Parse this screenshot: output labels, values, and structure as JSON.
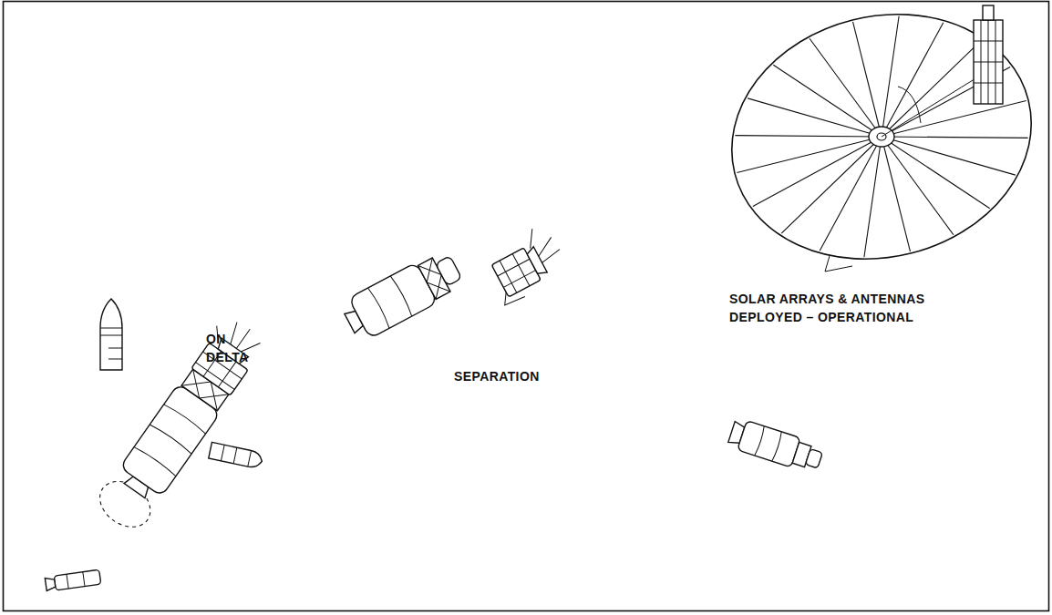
{
  "diagram": {
    "labels": [
      "ON DELTA",
      "SEPARATION",
      "SOLAR ARRAYS & ANTENNAS DEPLOYED – OPERATIONAL"
    ]
  }
}
